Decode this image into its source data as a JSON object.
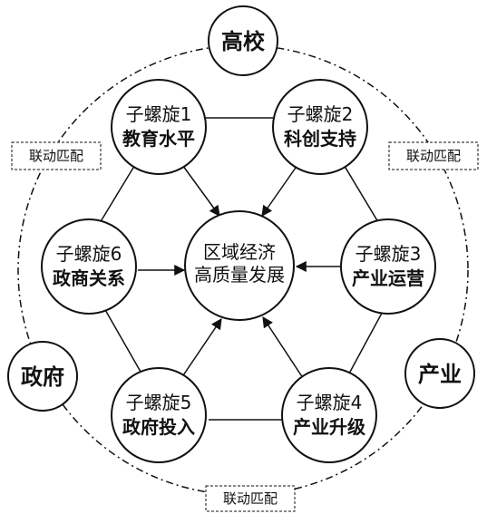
{
  "center": {
    "line1": "区域经济",
    "line2": "高质量发展"
  },
  "spirals": [
    {
      "line1": "子螺旋1",
      "line2": "教育水平"
    },
    {
      "line1": "子螺旋2",
      "line2": "科创支持"
    },
    {
      "line1": "子螺旋3",
      "line2": "产业运营"
    },
    {
      "line1": "子螺旋4",
      "line2": "产业升级"
    },
    {
      "line1": "子螺旋5",
      "line2": "政府投入"
    },
    {
      "line1": "子螺旋6",
      "line2": "政商关系"
    }
  ],
  "actors": {
    "university": "高校",
    "government": "政府",
    "industry": "产业"
  },
  "linkage_label": "联动匹配",
  "colors": {
    "stroke": "#111111",
    "background": "#ffffff"
  }
}
